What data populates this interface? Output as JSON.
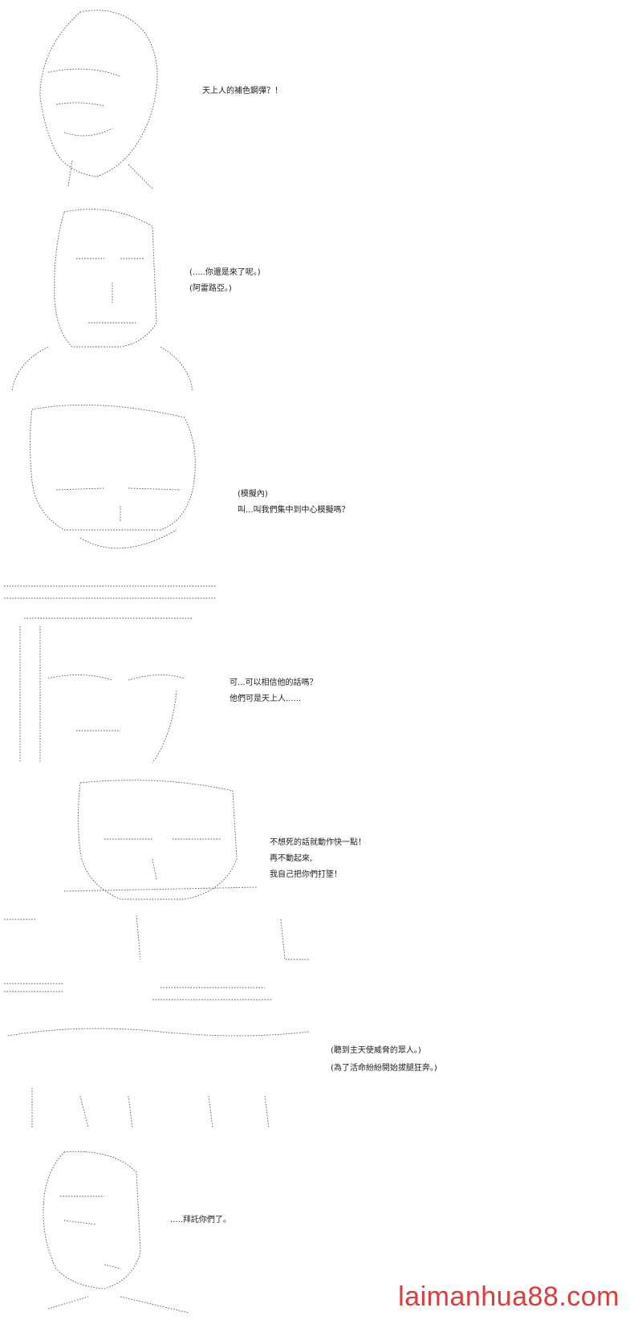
{
  "panels": [
    {
      "lines": [
        "天上人的補色鋼彈？！"
      ]
    },
    {
      "lines": [
        "(.....你還是來了呢。)",
        "(阿雷路亞。)"
      ]
    },
    {
      "lines": [
        "(模擬內)",
        "叫...叫我們集中到中心模擬嗎？"
      ]
    },
    {
      "lines": [
        "可...可以相信他的話嗎？",
        "他們可是天上人......"
      ]
    },
    {
      "lines": [
        "不想死的話就動作快一點！",
        "再不動起來,",
        "我自己把你們打墜！"
      ]
    },
    {
      "lines": [
        "(聽到主天使威脅的眾人。)",
        "(為了活命紛紛開始拔腿狂奔。)"
      ]
    },
    {
      "lines": [
        ".....拜託你們了。"
      ]
    }
  ],
  "watermark": "laimanhua88.com"
}
